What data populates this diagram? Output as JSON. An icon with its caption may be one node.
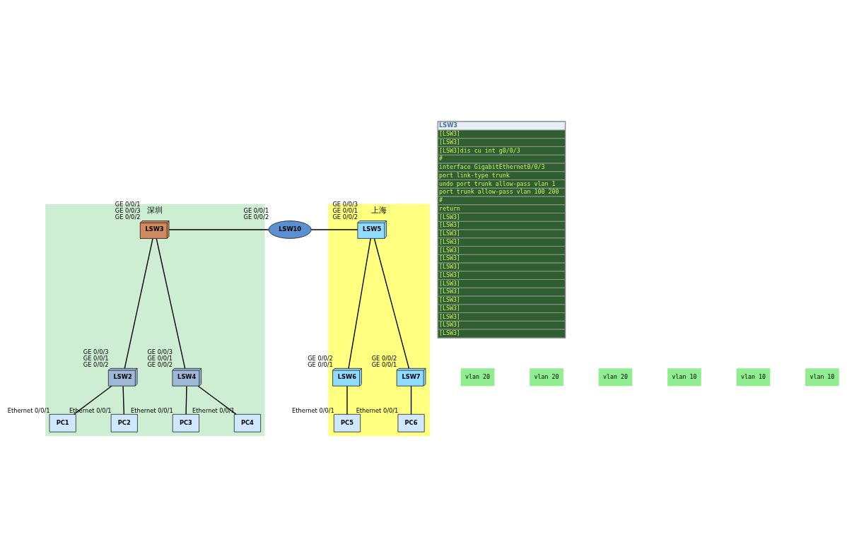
{
  "diagram": {
    "nodes": [
      {
        "text": [
          "深圳"
        ]
      },
      {
        "text": [
          "上海"
        ]
      },
      {
        "text": [
          "LSW3"
        ],
        "in": 0,
        "beside": [
          "GE 0/0/1",
          "GE 0/0/3",
          "GE 0/0/2"
        ]
      },
      {
        "text": [
          "LSW10"
        ],
        "beside": [
          "GE 0/0/1",
          "GE 0/0/2"
        ]
      },
      {
        "text": [
          "LSW5"
        ],
        "in": 1,
        "beside": [
          "GE 0/0/3",
          "GE 0/0/1",
          "GE 0/0/2"
        ]
      },
      {
        "text": [
          "LSW2"
        ],
        "in": 0,
        "beside": [
          "GE 0/0/3",
          "GE 0/0/1",
          "GE 0/0/2"
        ]
      },
      {
        "text": [
          "LSW4"
        ],
        "in": 0,
        "beside": [
          "GE 0/0/3",
          "GE 0/0/1",
          "GE 0/0/2"
        ]
      },
      {
        "text": [
          "LSW6"
        ],
        "in": 1,
        "beside": [
          "GE 0/0/2",
          "GE 0/0/1"
        ]
      },
      {
        "text": [
          "LSW7"
        ],
        "in": 1,
        "beside": [
          "GE 0/0/2",
          "GE 0/0/1"
        ]
      },
      {
        "text": [
          "PC1"
        ],
        "in": 0,
        "beside": [
          "Ethernet 0/0/1"
        ]
      },
      {
        "text": [
          "PC2"
        ],
        "in": 0,
        "beside": [
          "Ethernet 0/0/1"
        ]
      },
      {
        "text": [
          "PC3"
        ],
        "in": 0,
        "beside": [
          "Ethernet 0/0/1"
        ]
      },
      {
        "text": [
          "PC4"
        ],
        "in": 0,
        "beside": [
          "Ethernet 0/0/1"
        ]
      },
      {
        "text": [
          "PC5"
        ],
        "in": 1,
        "beside": [
          "Ethernet 0/0/1"
        ]
      },
      {
        "text": [
          "PC6"
        ],
        "in": 1,
        "beside": [
          "Ethernet 0/0/1"
        ]
      }
    ],
    "edges": [
      {
        "from": 2,
        "to": 3,
        "arrow": "none"
      },
      {
        "from": 3,
        "to": 4,
        "arrow": "none"
      },
      {
        "from": 2,
        "to": 5,
        "arrow": "none"
      },
      {
        "from": 2,
        "to": 6,
        "arrow": "none"
      },
      {
        "from": 4,
        "to": 7,
        "arrow": "none"
      },
      {
        "from": 4,
        "to": 8,
        "arrow": "none"
      },
      {
        "from": 5,
        "to": 9,
        "arrow": "none"
      },
      {
        "from": 5,
        "to": 10,
        "arrow": "none"
      },
      {
        "from": 6,
        "to": 11,
        "arrow": "none"
      },
      {
        "from": 6,
        "to": 12,
        "arrow": "none"
      },
      {
        "from": 7,
        "to": 13,
        "arrow": "none"
      },
      {
        "from": 8,
        "to": 14,
        "arrow": "none"
      }
    ],
    "labels": [
      "LSW3",
      "[LSW3]",
      "[LSW3]",
      "[LSW3]dis cu int g0/0/3",
      "#",
      "interface GigabitEthernet0/0/3",
      "port link-type trunk",
      "undo port trunk allow-pass vlan 1",
      "port trunk allow-pass vlan 100 200",
      "#",
      "return",
      "[LSW3]",
      "[LSW3]",
      "[LSW3]",
      "[LSW3]",
      "[LSW3]",
      "[LSW3]",
      "[LSW3]",
      "[LSW3]",
      "[LSW3]",
      "[LSW3]",
      "[LSW3]",
      "[LSW3]",
      "[LSW3]",
      "[LSW3]",
      "[LSW3]",
      "vlan 20",
      "vlan 20",
      "vlan 20",
      "vlan 10",
      "vlan 10",
      "vlan 10"
    ]
  }
}
